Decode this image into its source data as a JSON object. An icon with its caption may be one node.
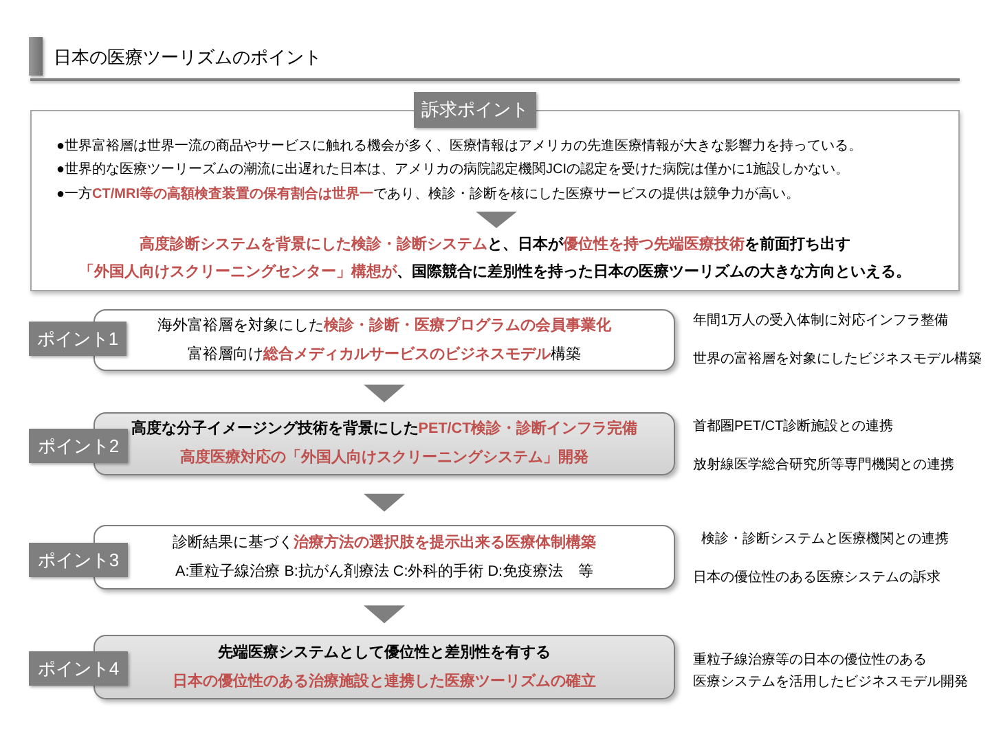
{
  "diagram": {
    "title": "日本の医療ツーリズムのポイント",
    "nodes": [
      {
        "text": [
          "訴求ポイント"
        ]
      },
      {
        "text": [
          "●世界富裕層は世界一流の商品やサービスに触れる機会が多く、医療情報はアメリカの先進医療情報が大きな影響力を持っている。",
          "●世界的な医療ツーリーズムの潮流に出遅れた日本は、アメリカの病院認定機関JCIの認定を受けた病院は僅かに1施設しかない。",
          "●一方**CT/MRI等の高額検査装置の保有割合は世界一**であり、検診・診断を核にした医療サービスの提供は競争力が高い。",
          "**高度診断システムを背景にした検診・診断システム**と、日本が**優位性を持つ先端医療技術**を前面打ち出す",
          "**「外国人向けスクリーニングセンター」構想が**、国際競合に差別性を持った日本の医療ツーリズムの大きな方向といえる。"
        ]
      },
      {
        "text": [
          "ポイント1"
        ]
      },
      {
        "text": [
          "海外富裕層を対象にした**検診・診断・医療プログラムの会員事業化**",
          "富裕層向け**総合メディカルサービスのビジネスモデル**構築"
        ],
        "beside": [
          "年間1万人の受入体制に対応インフラ整備",
          "世界の富裕層を対象にしたビジネスモデル構築"
        ]
      },
      {
        "text": [
          "ポイント2"
        ]
      },
      {
        "text": [
          "高度な分子イメージング技術を背景にした**PET/CT検診・診断インフラ完備**",
          "高度医療対応の「外国人向けスクリーニングシステム」開発"
        ],
        "beside": [
          "首都圏PET/CT診断施設との連携",
          "放射線医学総合研究所等専門機関との連携"
        ]
      },
      {
        "text": [
          "ポイント3"
        ]
      },
      {
        "text": [
          "診断結果に基づく**治療方法の選択肢を提示出来る医療体制構築**",
          "A:重粒子線治療 B:抗がん剤療法 C:外科的手術 D:免疫療法　等"
        ],
        "beside": [
          "検診・診断システムと医療機関との連携",
          "日本の優位性のある医療システムの訴求"
        ]
      },
      {
        "text": [
          "ポイント4"
        ]
      },
      {
        "text": [
          "先端医療システムとして優位性と差別性を有する",
          "日本の優位性のある治療施設と連携した医療ツーリズムの確立"
        ],
        "beside": [
          "重粒子線治療等の日本の優位性のある",
          "医療システムを活用したビジネスモデル開発"
        ]
      }
    ],
    "edges": [
      {
        "from": 3,
        "to": 5,
        "arrow": "to"
      },
      {
        "from": 5,
        "to": 7,
        "arrow": "to"
      },
      {
        "from": 7,
        "to": 9,
        "arrow": "to"
      }
    ]
  }
}
